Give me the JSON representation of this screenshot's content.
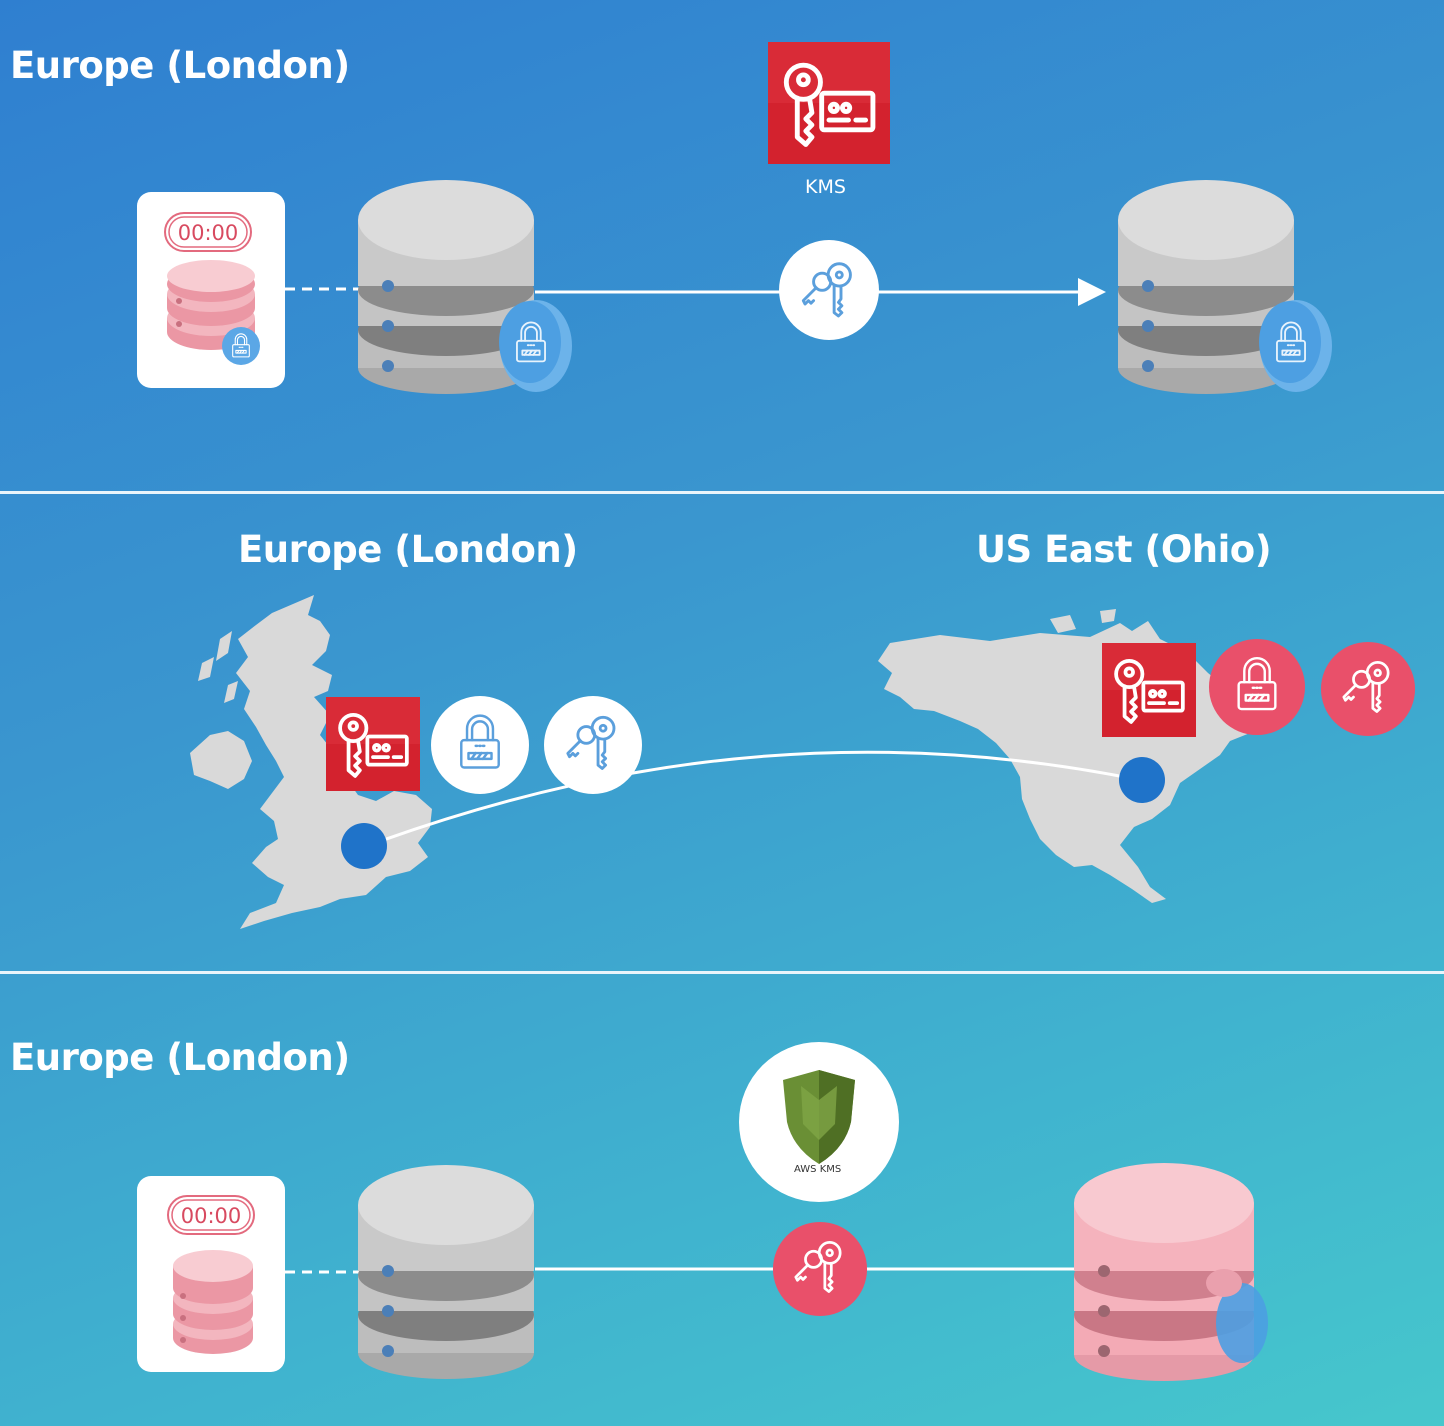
{
  "panels": [
    {
      "region_title": "Europe (London)",
      "snapshot_badge": "00:00",
      "service_label": "KMS"
    },
    {
      "source_region": "Europe (London)",
      "target_region": "US East (Ohio)"
    },
    {
      "region_title": "Europe (London)",
      "snapshot_badge": "00:00",
      "service_label": "AWS KMS"
    }
  ],
  "colors": {
    "background_start": "#2f7fd0",
    "background_end": "#46c7cc",
    "kms_red": "#d3222e",
    "alert_pink": "#e9506a",
    "db_gray": "#c9c9c9",
    "db_pink": "#f5b3bd",
    "location_blue": "#1f73c9",
    "aws_green": "#6a8f35"
  },
  "icons": [
    "kms-key-icon",
    "key-pair-icon",
    "padlock-icon",
    "database-icon",
    "map-pin-icon",
    "aws-kms-shield-icon"
  ]
}
